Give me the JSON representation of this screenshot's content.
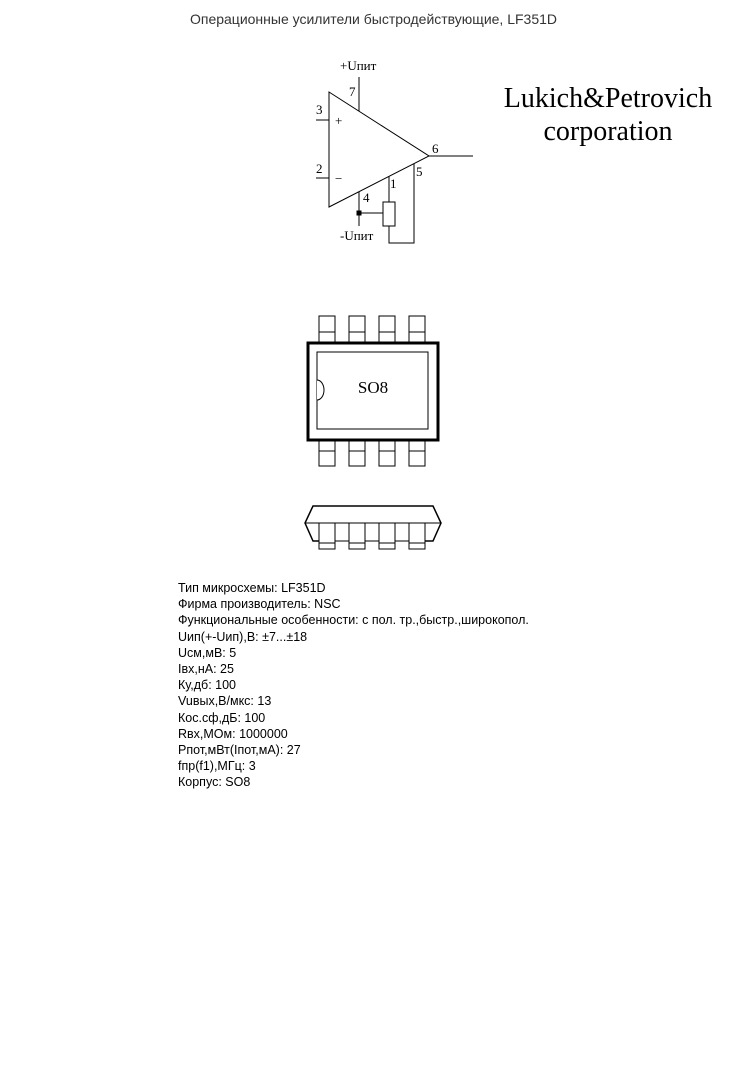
{
  "header": {
    "title": "Операционные усилители быстродействующие, LF351D"
  },
  "brand": {
    "line1": "Lukich&Petrovich",
    "line2": "corporation"
  },
  "schematic": {
    "vplus": "+Uпит",
    "vminus": "-Uпит",
    "pins": {
      "p1": "1",
      "p2": "2",
      "p3": "3",
      "p4": "4",
      "p5": "5",
      "p6": "6",
      "p7": "7"
    },
    "plus": "+",
    "minus": "−"
  },
  "package": {
    "name": "SO8"
  },
  "specs": [
    "Тип микросхемы: LF351D",
    "Фирма производитель: NSC",
    "Функциональные особенности: с пол. тр.,быстр.,широкопол.",
    "Uип(+-Uип),В: ±7...±18",
    "Uсм,мВ: 5",
    "Iвх,нА: 25",
    "Ку,дб: 100",
    "Vuвых,В/мкс: 13",
    "Кос.сф,дБ: 100",
    "Rвх,МОм: 1000000",
    "Pпот,мВт(Iпот,мА): 27",
    "fпр(f1),МГц: 3",
    "Корпус: SO8"
  ]
}
